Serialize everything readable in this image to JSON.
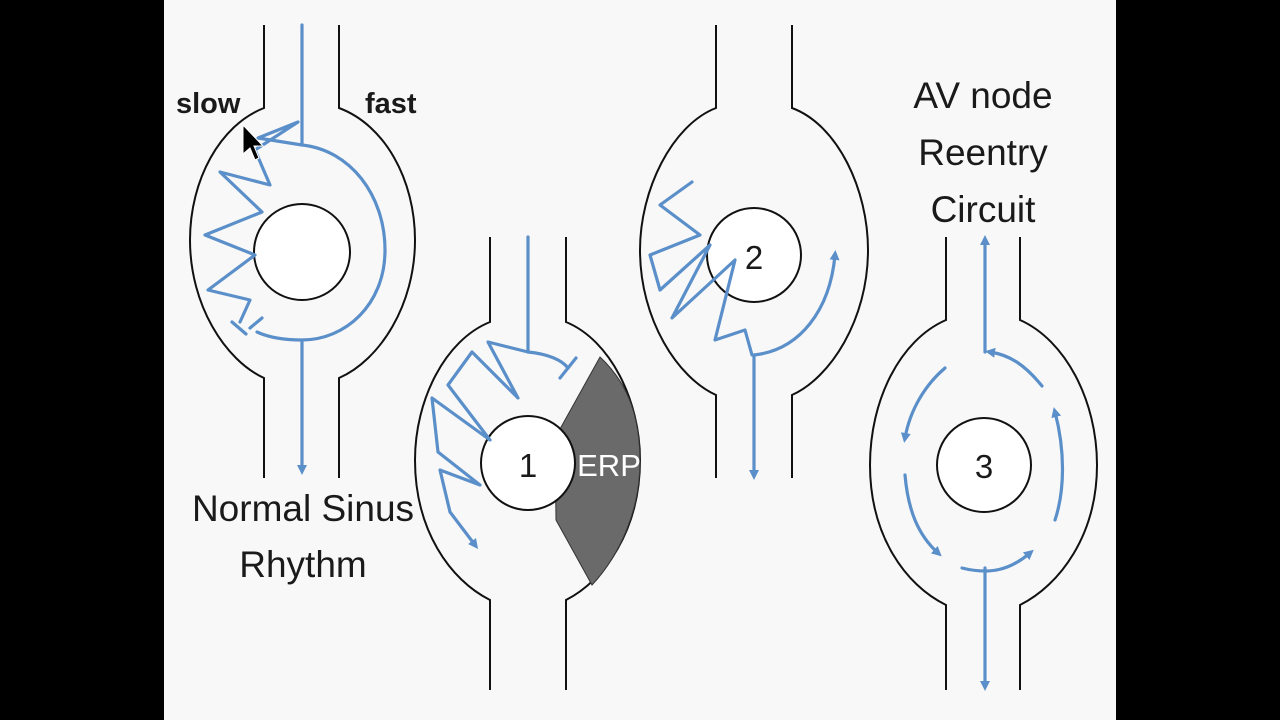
{
  "labels": {
    "slow": "slow",
    "fast": "fast",
    "normal_line1": "Normal Sinus",
    "normal_line2": "Rhythm",
    "step1": "1",
    "erp": "ERP",
    "step2": "2",
    "step3": "3",
    "title_line1": "AV node",
    "title_line2": "Reentry",
    "title_line3": "Circuit"
  },
  "colors": {
    "conduction_path": "#5b8fc9",
    "erp_region": "#6a6a6a",
    "outline": "#111111",
    "slide_background": "#f8f8f8"
  },
  "icons": [
    "mouse-cursor-icon",
    "arrowhead-icon"
  ]
}
